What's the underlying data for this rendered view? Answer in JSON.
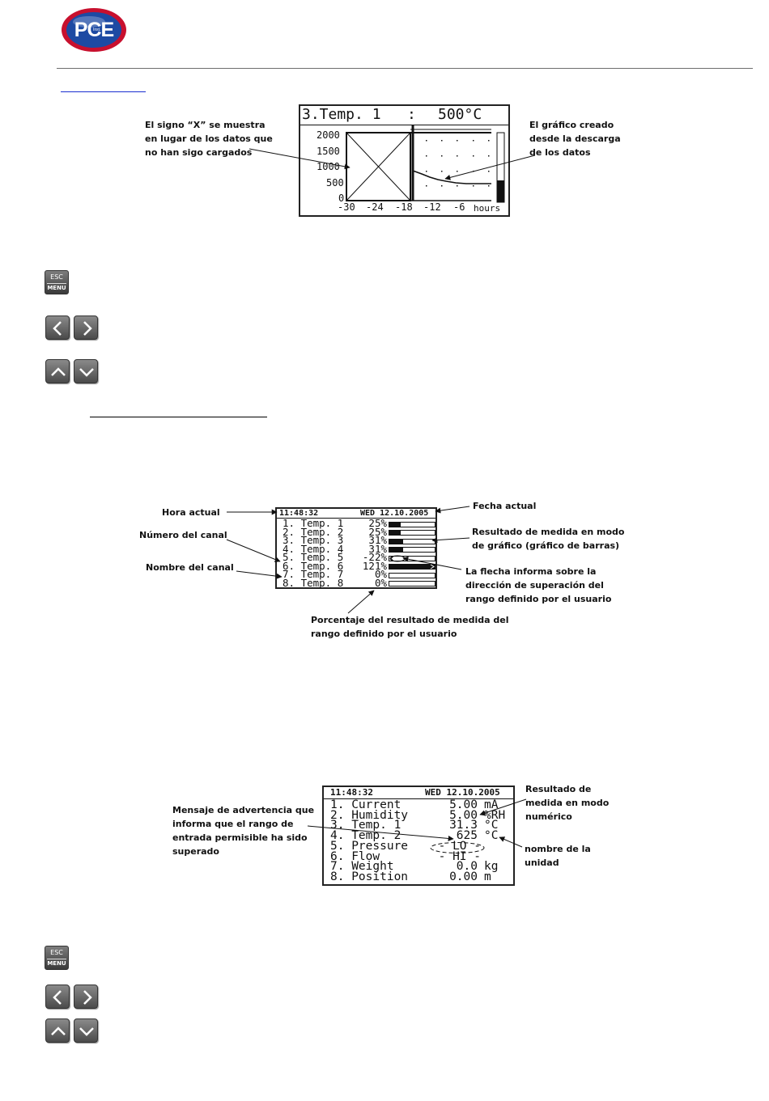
{
  "logo": {
    "text": "PCE",
    "small": "Inst."
  },
  "graph_screen": {
    "header_title": "3.Temp. 1   :",
    "header_value": "500°C",
    "y_ticks": [
      "2000",
      "1500",
      "1000",
      "500",
      "0"
    ],
    "x_ticks": [
      "-30",
      "-24",
      "-18",
      "-12",
      "-6"
    ],
    "x_unit": "hours",
    "ann_left": "El signo “X” se muestra\nen lugar de los datos que\nno han sigo cargados",
    "ann_right": "El gráfico creado\ndesde la descarga\nde los datos"
  },
  "bar_screen": {
    "time": "11:48:32",
    "date": "WED 12.10.2005",
    "rows": [
      {
        "label": "1. Temp. 1",
        "pct": "25%"
      },
      {
        "label": "2. Temp. 2",
        "pct": "25%"
      },
      {
        "label": "3. Temp. 3",
        "pct": "31%"
      },
      {
        "label": "4. Temp. 4",
        "pct": "31%"
      },
      {
        "label": "5. Temp. 5",
        "pct": "-22%"
      },
      {
        "label": "6. Temp. 6",
        "pct": "121%"
      },
      {
        "label": "7. Temp. 7",
        "pct": "0%"
      },
      {
        "label": "8. Temp. 8",
        "pct": "0%"
      }
    ],
    "fill_fractions": [
      0.25,
      0.25,
      0.31,
      0.31,
      0,
      1,
      0,
      0
    ],
    "ann_time": "Hora actual",
    "ann_date": "Fecha actual",
    "ann_channel_number": "Número del canal",
    "ann_channel_name": "Nombre del canal",
    "ann_result": "Resultado de medida en modo\nde gráfico (gráfico de barras)",
    "ann_arrow": "La flecha informa sobre la\ndirección de superación del\nrango definido por el usuario",
    "ann_percentage": "Porcentaje del resultado de medida del\nrango definido por el usuario"
  },
  "numeric_screen": {
    "time": "11:48:32",
    "date": "WED 12.10.2005",
    "rows": [
      {
        "label": "1. Current",
        "value": "5.00",
        "unit": "mA"
      },
      {
        "label": "2. Humidity",
        "value": "5.00",
        "unit": "%RH"
      },
      {
        "label": "3. Temp. 1",
        "value": "31.3",
        "unit": "°C"
      },
      {
        "label": "4. Temp. 2",
        "value": "625",
        "unit": "°C"
      },
      {
        "label": "5. Pressure",
        "value": "- LO -",
        "unit": ""
      },
      {
        "label": "6. Flow",
        "value": "- HI -",
        "unit": ""
      },
      {
        "label": "7. Weight",
        "value": "0.0",
        "unit": "kg"
      },
      {
        "label": "8. Position",
        "value": "0.00",
        "unit": "m"
      }
    ],
    "ann_warning": "Mensaje de advertencia que\ninforma que el rango de\nentrada permisible ha sido\nsuperado",
    "ann_result": "Resultado de\nmedida en modo\nnumérico",
    "ann_unit": "nombre de la\nunidad"
  },
  "keys": {
    "esc_top": "ESC",
    "esc_bottom": "MENU"
  }
}
